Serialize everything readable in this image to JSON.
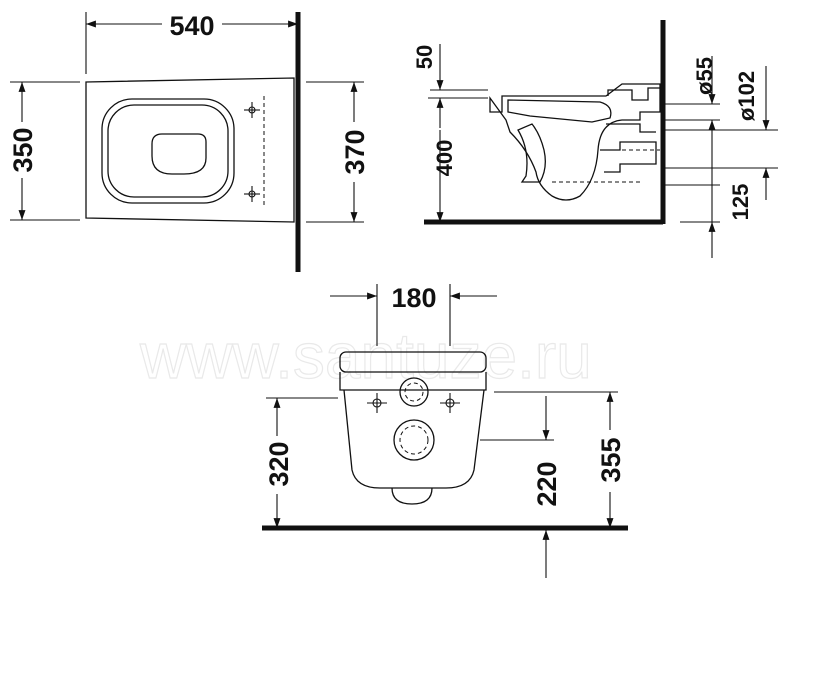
{
  "watermark": "www.santuze.ru",
  "top_view": {
    "dim_width": "540",
    "dim_depth_left": "350",
    "dim_depth_right": "370"
  },
  "side_view": {
    "dim_top_offset": "50",
    "dim_inlet_height": "400",
    "dim_pipe_small": "ø55",
    "dim_pipe_large": "ø102",
    "dim_bolt_height": "125"
  },
  "front_view": {
    "dim_bolt_spacing": "180",
    "dim_rim_height": "320",
    "dim_outlet_height": "220",
    "dim_total_height": "355"
  }
}
